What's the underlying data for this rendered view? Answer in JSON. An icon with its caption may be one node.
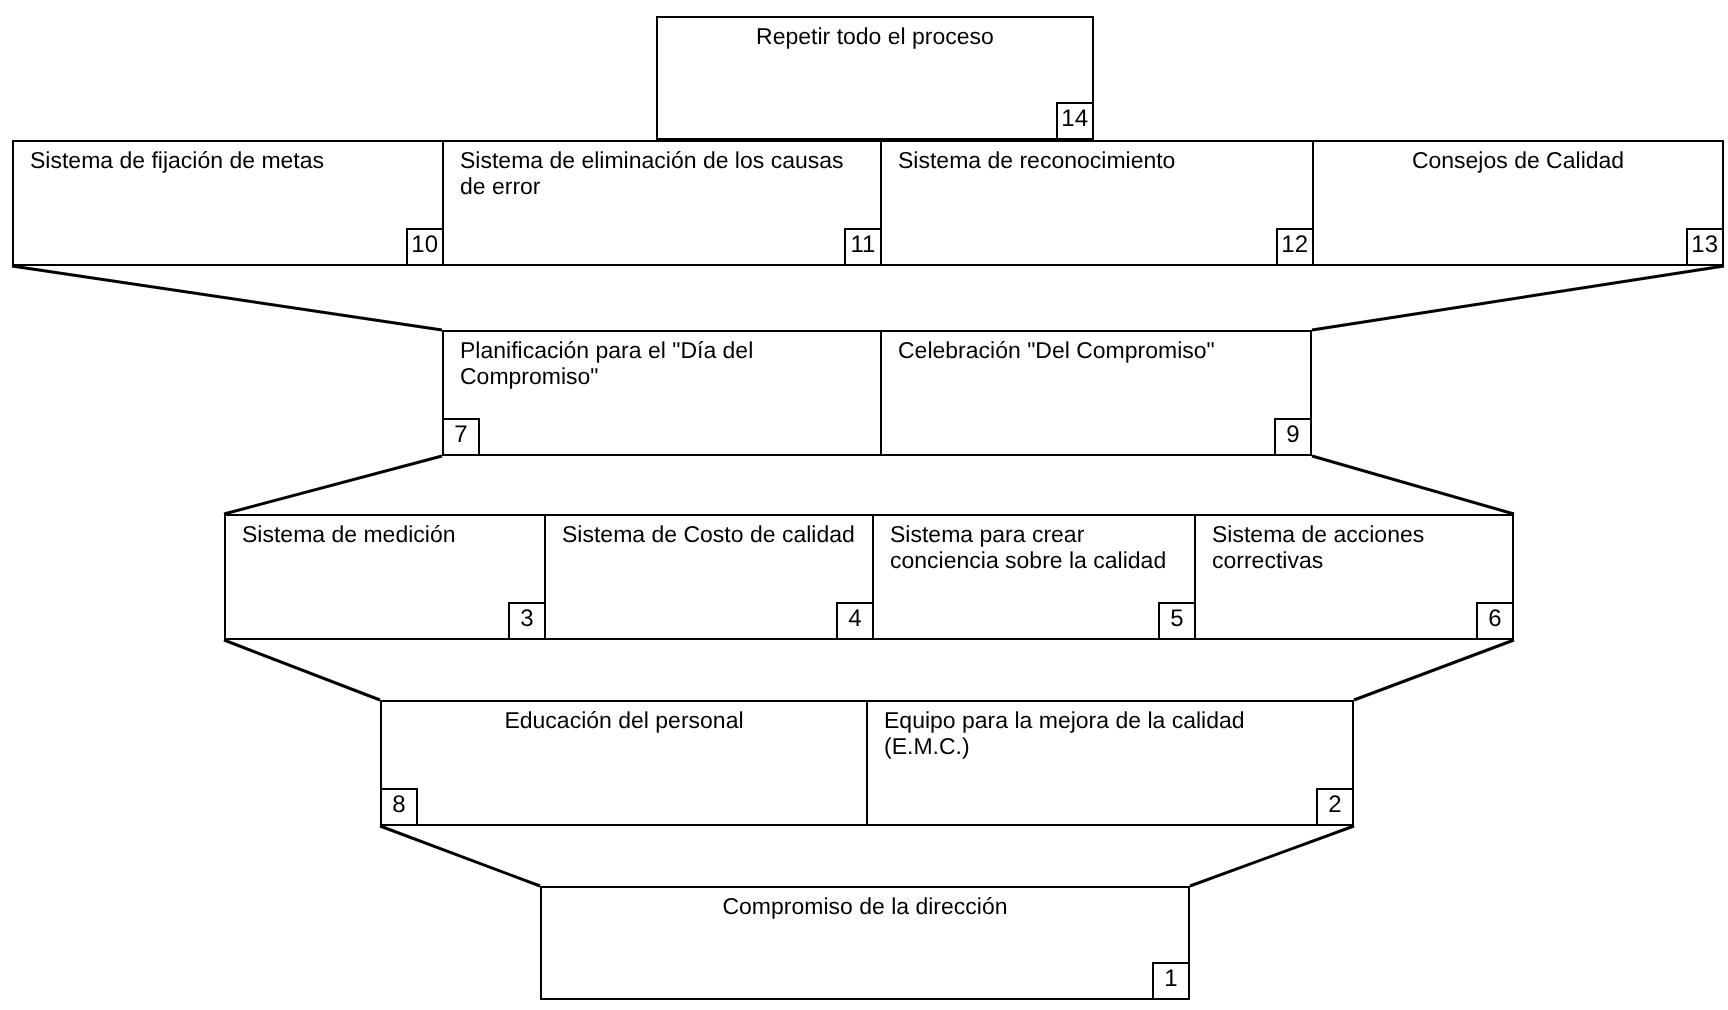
{
  "diagram": {
    "nodes": [
      {
        "text": [
          "Repetir todo el proceso",
          "14"
        ]
      },
      {
        "text": [
          "Sistema de fijación de metas",
          "10"
        ]
      },
      {
        "text": [
          "Sistema de eliminación de los causas de error",
          "11"
        ]
      },
      {
        "text": [
          "Sistema de reconocimiento",
          "12"
        ]
      },
      {
        "text": [
          "Consejos de Calidad",
          "13"
        ]
      },
      {
        "text": [
          "Planificación para el \"Día del Compromiso\"",
          "7"
        ]
      },
      {
        "text": [
          "Celebración \"Del Compromiso\"",
          "9"
        ]
      },
      {
        "text": [
          "Sistema de medición",
          "3"
        ]
      },
      {
        "text": [
          "Sistema de Costo de calidad",
          "4"
        ]
      },
      {
        "text": [
          "Sistema para crear conciencia sobre la calidad",
          "5"
        ]
      },
      {
        "text": [
          "Sistema de acciones correctivas",
          "6"
        ]
      },
      {
        "text": [
          "Educación del personal",
          "8"
        ]
      },
      {
        "text": [
          "Equipo para la mejora de la calidad (E.M.C.)",
          "2"
        ]
      },
      {
        "text": [
          "Compromiso de la dirección",
          "1"
        ]
      }
    ],
    "edges": []
  }
}
